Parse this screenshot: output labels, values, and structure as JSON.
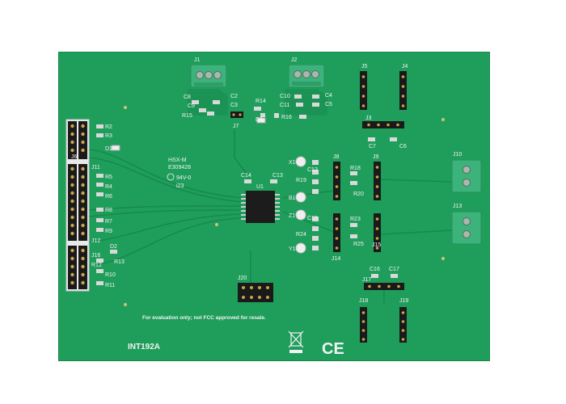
{
  "board": {
    "model": "INT192A",
    "notice": "For evaluation only; not FCC approved for resale.",
    "ul_mark": [
      "HSX-M",
      "E309428",
      "94V-0",
      "i23"
    ],
    "ce_mark": "CE"
  },
  "designators": {
    "j1": "J1",
    "j2": "J2",
    "j3": "J3",
    "j4": "J4",
    "j5": "J5",
    "j6": "J6",
    "j7": "J7",
    "j8": "J8",
    "j9": "J9",
    "j10": "J10",
    "j11": "J11",
    "j12": "J12",
    "j13": "J13",
    "j14": "J14",
    "j15": "J15",
    "j16": "J16",
    "j17": "J17",
    "j18": "J18",
    "j19": "J19",
    "j20": "J20",
    "u1": "U1",
    "d1": "D1",
    "d2": "D2",
    "d3": "D3",
    "c2": "C2",
    "c3": "C3",
    "c4": "C4",
    "c5": "C5",
    "c6": "C6",
    "c7": "C7",
    "c8": "C8",
    "c9": "C9",
    "c10": "C10",
    "c11": "C11",
    "c12": "C12",
    "c13": "C13",
    "c14": "C14",
    "c15": "C15",
    "c16": "C16",
    "c17": "C17",
    "r2": "R2",
    "r3": "R3",
    "r4": "R4",
    "r5": "R5",
    "r6": "R6",
    "r7": "R7",
    "r8": "R8",
    "r9": "R9",
    "r10": "R10",
    "r11": "R11",
    "r12": "R12",
    "r13": "R13",
    "r14": "R14",
    "r15": "R15",
    "r16": "R16",
    "r18": "R18",
    "r19": "R19",
    "r20": "R20",
    "r23": "R23",
    "r24": "R24",
    "r25": "R25",
    "x1": "X1",
    "y1": "Y1",
    "z1": "Z1",
    "b1": "B1"
  },
  "colors": {
    "board": "#1f9e5b",
    "silk": "#f2f2f2",
    "terminal": "#3bb37a",
    "header": "#1a1a1a",
    "gold": "#c9a24a"
  }
}
